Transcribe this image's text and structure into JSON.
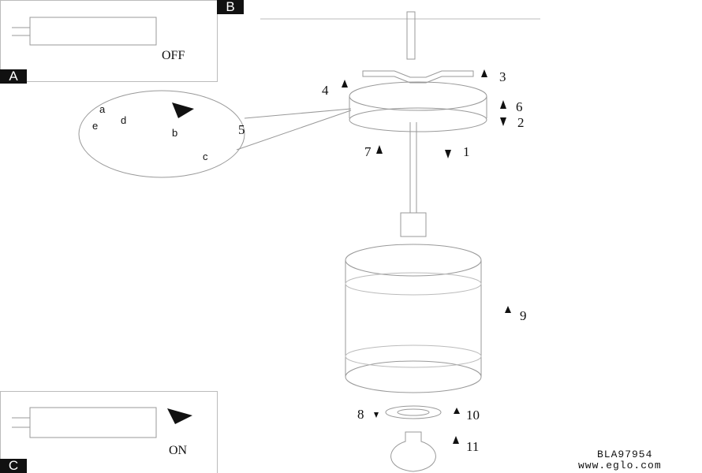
{
  "panels": {
    "a": {
      "badge": "A",
      "caption": "OFF"
    },
    "b": {
      "badge": "B"
    },
    "c": {
      "badge": "C",
      "caption": "ON"
    }
  },
  "detail_letters": [
    "a",
    "b",
    "c",
    "d",
    "e"
  ],
  "steps": [
    "1",
    "2",
    "3",
    "4",
    "5",
    "6",
    "7",
    "8",
    "9",
    "10",
    "11"
  ],
  "footer": {
    "code": "BLA97954",
    "website": "www.eglo.com"
  }
}
